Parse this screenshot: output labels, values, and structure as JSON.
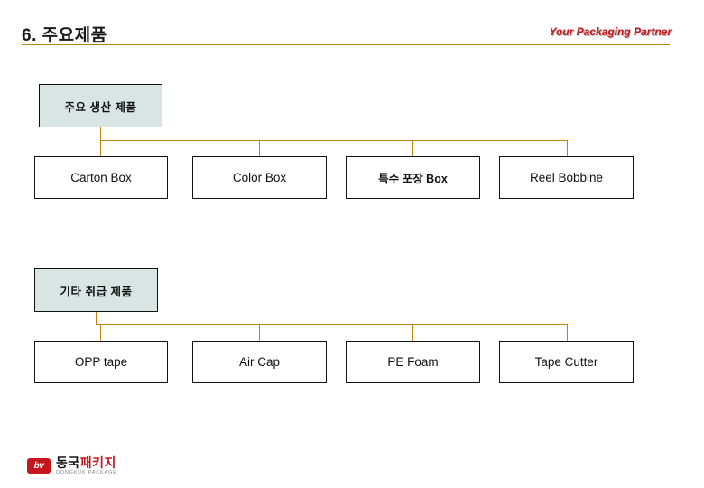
{
  "header": {
    "title": "6. 주요제품",
    "tagline": "Your Packaging Partner",
    "rule_color": "#b8860b"
  },
  "diagram": {
    "connector_color": "#b8860b",
    "group_fill": "#d9e5e2",
    "groups": [
      {
        "label": "주요 생산 제품",
        "children": [
          {
            "label": "Carton Box",
            "lang": "en"
          },
          {
            "label": "Color Box",
            "lang": "en"
          },
          {
            "label": "특수 포장 Box",
            "lang": "ko"
          },
          {
            "label": "Reel Bobbine",
            "lang": "en"
          }
        ]
      },
      {
        "label": "기타 취급 제품",
        "children": [
          {
            "label": "OPP tape",
            "lang": "en"
          },
          {
            "label": "Air Cap",
            "lang": "en"
          },
          {
            "label": "PE Foam",
            "lang": "en"
          },
          {
            "label": "Tape Cutter",
            "lang": "en"
          }
        ]
      }
    ]
  },
  "footer": {
    "logo_mark": "bv",
    "logo_name_1": "동국",
    "logo_name_2": "패키지",
    "logo_sub": "DONGKUK PACKAGE"
  }
}
